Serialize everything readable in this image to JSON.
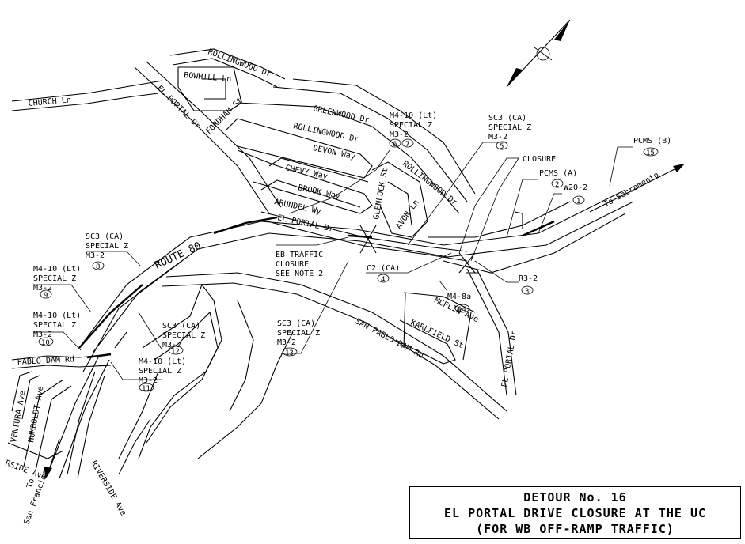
{
  "title": {
    "line1": "DETOUR No. 16",
    "line2": "EL PORTAL DRIVE CLOSURE AT THE UC",
    "line3": "(FOR WB OFF-RAMP TRAFFIC)"
  },
  "streets": {
    "rollingwood_top": "ROLLINGWOOD Dr",
    "bowhill": "BOWHILL Ln",
    "church": "CHURCH Ln",
    "el_portal_nw": "EL PORTAL Dr",
    "fordham": "FORDHAM St",
    "greenwood": "GREENWOOD Dr",
    "rollingwood_mid": "ROLLINGWOOD Dr",
    "devon": "DEVON Way",
    "chevy": "CHEVY Way",
    "brook": "BROOK Way",
    "arundel": "ARUNDEL Wy",
    "el_portal_main": "EL PORTAL Dr",
    "glenlock": "GLENLOCK St",
    "avon": "AVON Ln",
    "rollingwood_east": "ROLLINGWOOD Dr",
    "route80": "ROUTE 80",
    "san_pablo_dam_east": "SAN PABLO DAM Rd",
    "san_pablo_dam_west": "PABLO DAM Rd",
    "mcflin": "MCFLIN Ave",
    "karlfield": "KARLFIELD St",
    "el_portal_se": "EL PORTAL Dr",
    "ventura": "VENTURA Ave",
    "humboldt": "HUMBOLDT Ave",
    "riverside": "RIVERSIDE Ave",
    "riverside_w": "RSIDE Ave"
  },
  "directions": {
    "sacramento": "To Sacramento",
    "sf_to": "To",
    "sf_name": "San Francisco"
  },
  "callouts": [
    {
      "lines": [
        "M4-10 (Lt)",
        "SPECIAL Z",
        "M3-2"
      ],
      "nums": [
        "6",
        "7"
      ]
    },
    {
      "lines": [
        "SC3 (CA)",
        "SPECIAL Z",
        "M3-2"
      ],
      "nums": [
        "5"
      ]
    },
    {
      "lines": [
        "CLOSURE"
      ],
      "nums": []
    },
    {
      "lines": [
        "PCMS (B)"
      ],
      "nums": [
        "15"
      ]
    },
    {
      "lines": [
        "PCMS (A)"
      ],
      "nums": [
        "2"
      ]
    },
    {
      "lines": [
        "W20-2"
      ],
      "nums": [
        "1"
      ]
    },
    {
      "lines": [
        "EB TRAFFIC",
        "CLOSURE",
        "SEE NOTE 2"
      ],
      "nums": []
    },
    {
      "lines": [
        "C2 (CA)"
      ],
      "nums": [
        "4"
      ]
    },
    {
      "lines": [
        "R3-2"
      ],
      "nums": [
        "3"
      ]
    },
    {
      "lines": [
        "M4-8a"
      ],
      "nums": [
        "14"
      ]
    },
    {
      "lines": [
        "SC3 (CA)",
        "SPECIAL Z",
        "M3-2"
      ],
      "nums": [
        "8"
      ]
    },
    {
      "lines": [
        "M4-10 (Lt)",
        "SPECIAL Z",
        "M3-2"
      ],
      "nums": [
        "9"
      ]
    },
    {
      "lines": [
        "M4-10 (Lt)",
        "SPECIAL Z",
        "M3-2"
      ],
      "nums": [
        "10"
      ]
    },
    {
      "lines": [
        "SC3 (CA)",
        "SPECIAL Z",
        "M3-2"
      ],
      "nums": [
        "12"
      ]
    },
    {
      "lines": [
        "M4-10 (Lt)",
        "SPECIAL Z",
        "M3-2"
      ],
      "nums": [
        "11"
      ]
    },
    {
      "lines": [
        "SC3 (CA)",
        "SPECIAL Z",
        "M3-2"
      ],
      "nums": [
        "13"
      ]
    }
  ]
}
